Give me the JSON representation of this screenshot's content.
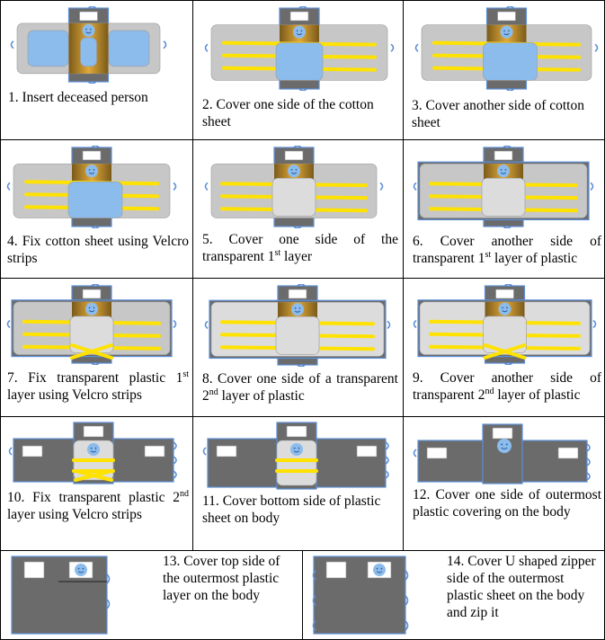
{
  "steps": [
    {
      "num": "1.",
      "html": "Insert deceased person"
    },
    {
      "num": "2.",
      "html": "Cover one side of the cotton sheet"
    },
    {
      "num": "3.",
      "html": "Cover another side of cotton sheet"
    },
    {
      "num": "4.",
      "html": "Fix cotton sheet using Velcro strips"
    },
    {
      "num": "5.",
      "html": "Cover one side of the transparent 1<sup>st</sup> layer"
    },
    {
      "num": "6.",
      "html": "Cover another side of transparent 1<sup>st</sup> layer of plastic"
    },
    {
      "num": "7.",
      "html": "Fix transparent plastic 1<sup>st</sup> layer using Velcro strips"
    },
    {
      "num": "8.",
      "html": "Cover one side of a transparent 2<sup>nd</sup> layer of plastic"
    },
    {
      "num": "9.",
      "html": "Cover another side of transparent 2<sup>nd</sup> layer of plastic"
    },
    {
      "num": "10.",
      "html": "Fix transparent plastic 2<sup>nd</sup> layer using Velcro strips"
    },
    {
      "num": "11.",
      "html": "Cover bottom side of plastic sheet on body"
    },
    {
      "num": "12.",
      "html": "Cover one side of outermost plastic covering on the body"
    },
    {
      "num": "13.",
      "html": "Cover top side of the outermost plastic layer on the body"
    },
    {
      "num": "14.",
      "html": "Cover U shaped zipper side of the outermost plastic sheet on the body and zip it"
    }
  ],
  "colors": {
    "bag": "#6b6b6b",
    "bag_edge": "#5c8fd6",
    "cotton": "#c7c7c7",
    "plastic": "#dcdcdc",
    "body": "#8cbcec",
    "gold": "#e0a93a",
    "velcro": "#ffe200",
    "zip_ring": "#5c8fd6"
  }
}
